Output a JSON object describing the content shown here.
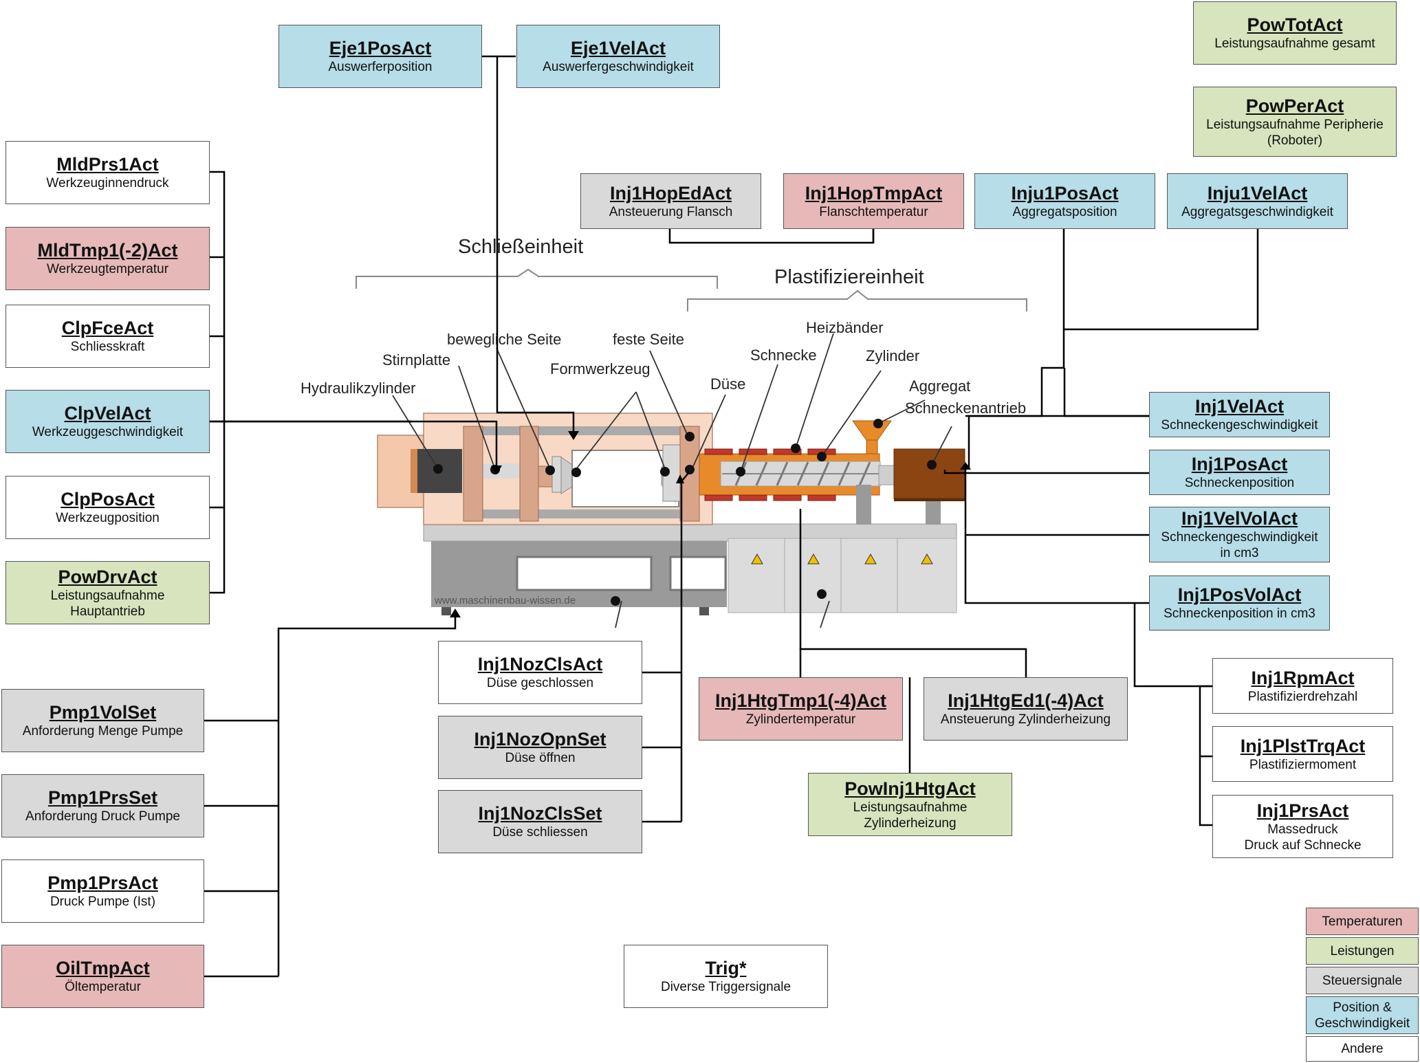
{
  "colors": {
    "blue": "#b6dde8",
    "red": "#e6b9b8",
    "green": "#d7e4bd",
    "gray": "#d9d9d9",
    "white": "#ffffff"
  },
  "boxes": {
    "eje1posact": {
      "title": "Eje1PosAct",
      "desc": "Auswerferposition"
    },
    "eje1velact": {
      "title": "Eje1VelAct",
      "desc": "Auswerfergeschwindigkeit"
    },
    "powtotact": {
      "title": "PowTotAct",
      "desc": "Leistungsaufnahme gesamt"
    },
    "powperact": {
      "title": "PowPerAct",
      "desc1": "Leistungsaufnahme Peripherie",
      "desc2": "(Roboter)"
    },
    "mldprs1act": {
      "title": "MldPrs1Act",
      "desc": "Werkzeuginnendruck"
    },
    "mldtmp1act": {
      "title": "MldTmp1(-2)Act",
      "desc": "Werkzeugtemperatur"
    },
    "clpfceact": {
      "title": "ClpFceAct",
      "desc": "Schliesskraft"
    },
    "clpvelact": {
      "title": "ClpVelAct",
      "desc": "Werkzeuggeschwindigkeit"
    },
    "clpposact": {
      "title": "ClpPosAct",
      "desc": "Werkzeugposition"
    },
    "powdrvact": {
      "title": "PowDrvAct",
      "desc1": "Leistungsaufnahme",
      "desc2": "Hauptantrieb"
    },
    "inj1hopedact": {
      "title": "Inj1HopEdAct",
      "desc": "Ansteuerung Flansch"
    },
    "inj1hoptmpact": {
      "title": "Inj1HopTmpAct",
      "desc": "Flanschtemperatur"
    },
    "inju1posact": {
      "title": "Inju1PosAct",
      "desc": "Aggregatsposition"
    },
    "inju1velact": {
      "title": "Inju1VelAct",
      "desc": "Aggregatsgeschwindigkeit"
    },
    "inj1velact": {
      "title": "Inj1VelAct",
      "desc": "Schneckengeschwindigkeit"
    },
    "inj1posact": {
      "title": "Inj1PosAct",
      "desc": "Schneckenposition"
    },
    "inj1velvolact": {
      "title": "Inj1VelVolAct",
      "desc1": "Schneckengeschwindigkeit",
      "desc2": "in cm3"
    },
    "inj1posvolact": {
      "title": "Inj1PosVolAct",
      "desc": "Schneckenposition in cm3"
    },
    "inj1rpmact": {
      "title": "Inj1RpmAct",
      "desc": "Plastifizierdrehzahl"
    },
    "inj1plsttrqact": {
      "title": "Inj1PlstTrqAct",
      "desc": "Plastifiziermoment"
    },
    "inj1prsact": {
      "title": "Inj1PrsAct",
      "desc1": "Massedruck",
      "desc2": "Druck auf Schnecke"
    },
    "pmp1volset": {
      "title": "Pmp1VolSet",
      "desc": "Anforderung Menge Pumpe"
    },
    "pmp1prsset": {
      "title": "Pmp1PrsSet",
      "desc": "Anforderung Druck Pumpe"
    },
    "pmp1prsact": {
      "title": "Pmp1PrsAct",
      "desc": "Druck Pumpe (Ist)"
    },
    "oiltmpact": {
      "title": "OilTmpAct",
      "desc": "Öltemperatur"
    },
    "inj1nozclsact": {
      "title": "Inj1NozClsAct",
      "desc": "Düse geschlossen"
    },
    "inj1nozopnset": {
      "title": "Inj1NozOpnSet",
      "desc": "Düse öffnen"
    },
    "inj1nozclsset": {
      "title": "Inj1NozClsSet",
      "desc": "Düse schliessen"
    },
    "inj1htgtmp": {
      "title": "Inj1HtgTmp1(-4)Act",
      "desc": "Zylindertemperatur"
    },
    "inj1htged": {
      "title": "Inj1HtgEd1(-4)Act",
      "desc": "Ansteuerung Zylinderheizung"
    },
    "powinj1htgact": {
      "title": "PowInj1HtgAct",
      "desc1": "Leistungsaufnahme",
      "desc2": "Zylinderheizung"
    },
    "trig": {
      "title": "Trig*",
      "desc": "Diverse Triggersignale"
    }
  },
  "machine_labels": {
    "schliesseinheit": "Schließeinheit",
    "plastifiziereinheit": "Plastifiziereinheit",
    "hydraulikzylinder": "Hydraulikzylinder",
    "stirnplatte": "Stirnplatte",
    "bewegliche_seite": "bewegliche Seite",
    "feste_seite": "feste Seite",
    "formwerkzeug": "Formwerkzeug",
    "duese": "Düse",
    "schnecke": "Schnecke",
    "heizbaender": "Heizbänder",
    "zylinder": "Zylinder",
    "aggregat": "Aggregat",
    "schneckenantrieb": "Schneckenantrieb",
    "watermark": "www.maschinenbau-wissen.de"
  },
  "legend": {
    "temperaturen": "Temperaturen",
    "leistungen": "Leistungen",
    "steuersignale": "Steuersignale",
    "position1": "Position &",
    "position2": "Geschwindigkeit",
    "andere": "Andere"
  }
}
